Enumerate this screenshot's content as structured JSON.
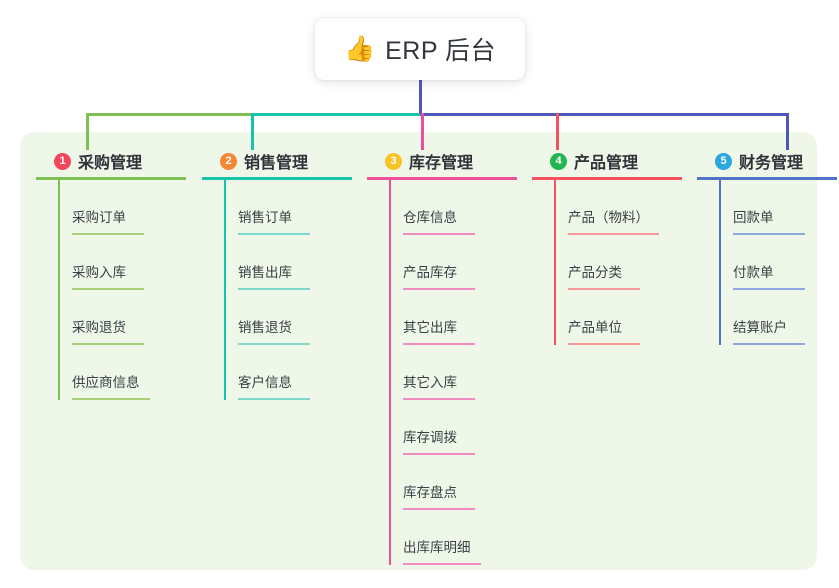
{
  "root": {
    "emoji": "👍",
    "emoji_name": "thumbs-up-icon",
    "title": "ERP 后台"
  },
  "palette": {
    "panel_bg": "#eff7e9",
    "root_stem": "#4e57b8",
    "bar_left": "#7cc152",
    "bar_mid": "#17c4ab",
    "bar_right": "#4e57b8"
  },
  "columns": [
    {
      "index": "1",
      "title": "采购管理",
      "badge_color": "#f2465c",
      "line_color": "#7cc152",
      "stub_color": "#7cc152",
      "leaf_rule_color": "#a8ce79",
      "items": [
        "采购订单",
        "采购入库",
        "采购退货",
        "供应商信息"
      ]
    },
    {
      "index": "2",
      "title": "销售管理",
      "badge_color": "#f58634",
      "line_color": "#17c4ab",
      "stub_color": "#17c4ab",
      "leaf_rule_color": "#7ed8cc",
      "items": [
        "销售订单",
        "销售出库",
        "销售退货",
        "客户信息"
      ]
    },
    {
      "index": "3",
      "title": "库存管理",
      "badge_color": "#f7c325",
      "line_color": "#ee4e9b",
      "stub_color": "#ee4e9b",
      "leaf_rule_color": "#f08cc0",
      "items": [
        "仓库信息",
        "产品库存",
        "其它出库",
        "其它入库",
        "库存调拨",
        "库存盘点",
        "出库库明细"
      ]
    },
    {
      "index": "4",
      "title": "产品管理",
      "badge_color": "#23b552",
      "line_color": "#f4525f",
      "stub_color": "#f4525f",
      "leaf_rule_color": "#f79a9c",
      "items": [
        "产品（物料）",
        "产品分类",
        "产品单位"
      ]
    },
    {
      "index": "5",
      "title": "财务管理",
      "badge_color": "#29a8e0",
      "line_color": "#4e74c8",
      "stub_color": "#4e57b8",
      "leaf_rule_color": "#8fa8dd",
      "items": [
        "回款单",
        "付款单",
        "结算账户"
      ]
    }
  ]
}
